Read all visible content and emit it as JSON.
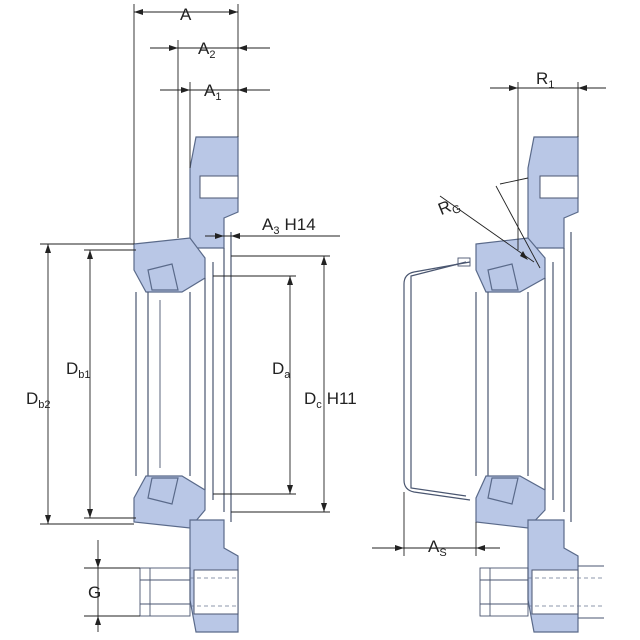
{
  "labels": {
    "a_main": "A",
    "a2_main": "A",
    "a2_sub": "2",
    "a1_main": "A",
    "a1_sub": "1",
    "a3_main": "A",
    "a3_sub": "3",
    "a3_tol": "H14",
    "db1_main": "D",
    "db1_sub": "b1",
    "db2_main": "D",
    "db2_sub": "b2",
    "da_main": "D",
    "da_sub": "a",
    "dc_main": "D",
    "dc_sub": "c",
    "dc_tol": "H11",
    "g": "G",
    "r1_main": "R",
    "r1_sub": "1",
    "rg_main": "R",
    "rg_sub": "G",
    "as_main": "A",
    "as_sub": "S"
  },
  "colors": {
    "part_fill": "#b9c7e6",
    "part_edge": "#5a6a8a",
    "dimension_line": "#222222"
  }
}
